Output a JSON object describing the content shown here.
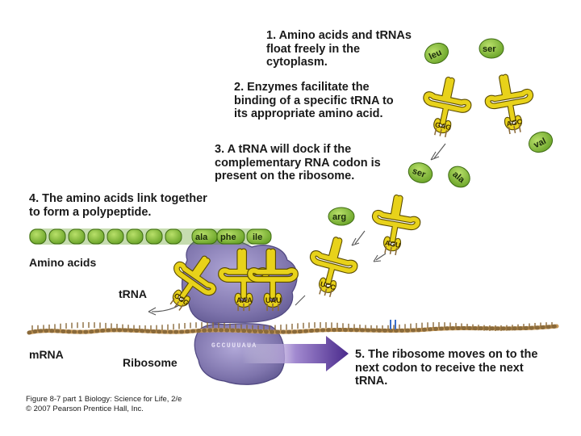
{
  "steps": {
    "step1": "1. Amino acids and tRNAs\nfloat freely in the\ncytoplasm.",
    "step2": "2. Enzymes facilitate the\nbinding of a specific tRNA to\nits appropriate amino acid.",
    "step3": "3. A tRNA will dock if the\ncomplementary RNA codon is\npresent on the ribosome.",
    "step4": "4. The amino acids link together\nto form a polypeptide.",
    "step5": "5. The ribosome moves on to the\nnext codon to receive the next\ntRNA."
  },
  "labels": {
    "amino_acids": "Amino acids",
    "trna": "tRNA",
    "mrna": "mRNA",
    "ribosome": "Ribosome"
  },
  "amino_acids": {
    "leu": "leu",
    "ser": "ser",
    "val": "val",
    "ser2": "ser",
    "ala": "ala",
    "arg": "arg",
    "chain_ala": "ala",
    "chain_phe": "phe",
    "chain_ile": "ile"
  },
  "codons": {
    "gag": "GAG",
    "agc": "AGC",
    "agu": "AGU",
    "ucc": "UCC",
    "cgg": "CGG",
    "aaa": "AAA",
    "uau": "UAU"
  },
  "mrna_sequence": "GCCUUUAUA",
  "caption": {
    "line1": "Figure 8-7 part 1  Biology: Science for Life, 2/e",
    "line2": "© 2007 Pearson Prentice Hall, Inc."
  },
  "colors": {
    "amino_acid_green": "#7dbb2e",
    "trna_yellow": "#e8d21a",
    "ribosome_purple": "#8a7fb8",
    "mrna_tan": "#c79a5a",
    "arrow_purple": "#5b3c9a"
  }
}
